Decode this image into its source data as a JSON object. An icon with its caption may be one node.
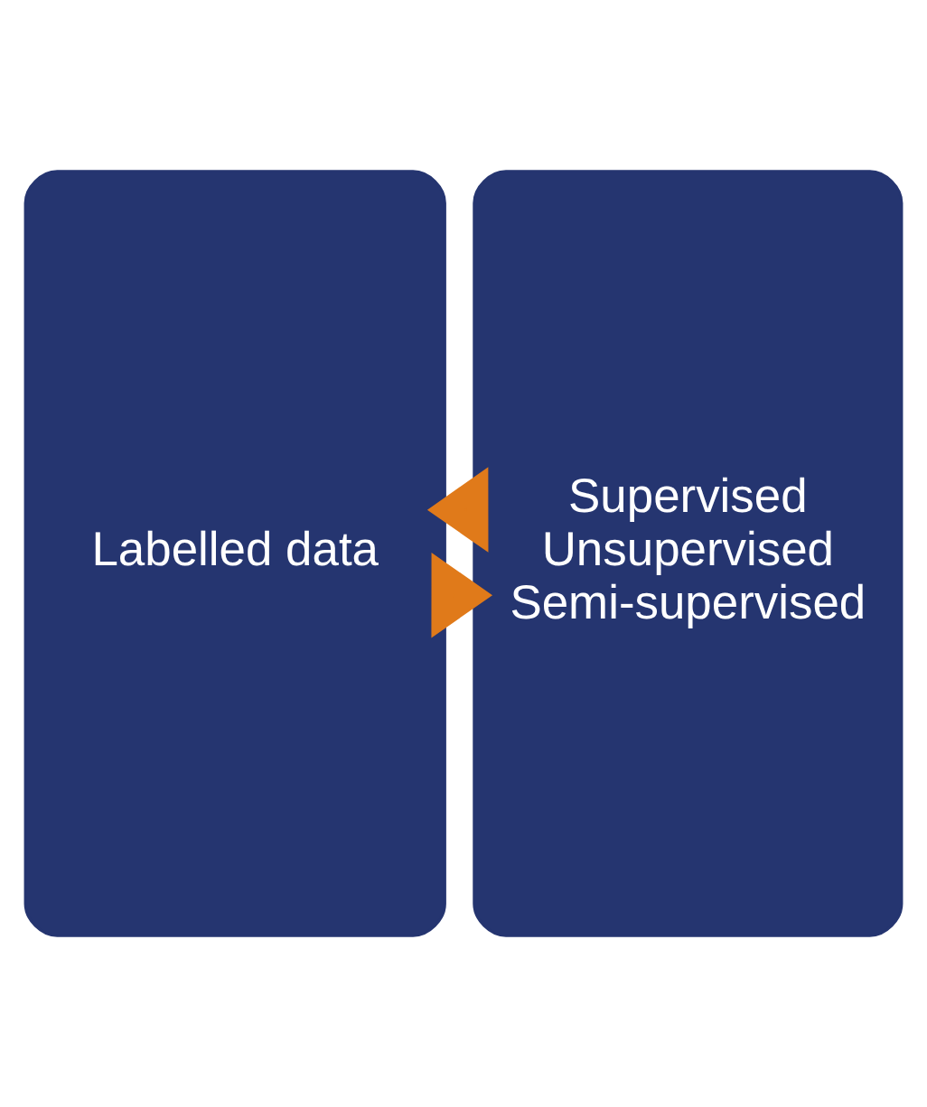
{
  "diagram": {
    "nodes": [
      {
        "text": [
          "Labelled data"
        ]
      },
      {
        "text": [
          "Supervised",
          "Unsupervised",
          "Semi-supervised"
        ]
      }
    ],
    "edges": [
      {
        "from": 0,
        "to": 1,
        "arrow": "to"
      },
      {
        "from": 1,
        "to": 0,
        "arrow": "to"
      }
    ]
  }
}
